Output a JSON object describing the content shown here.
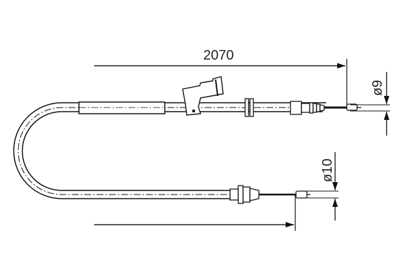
{
  "drawing": {
    "subject": "brake cable",
    "line_color": "#111111",
    "background": "#ffffff"
  },
  "dimensions": {
    "length": "2070",
    "diameter_end_top": "ø9",
    "diameter_end_bottom": "ø10"
  }
}
